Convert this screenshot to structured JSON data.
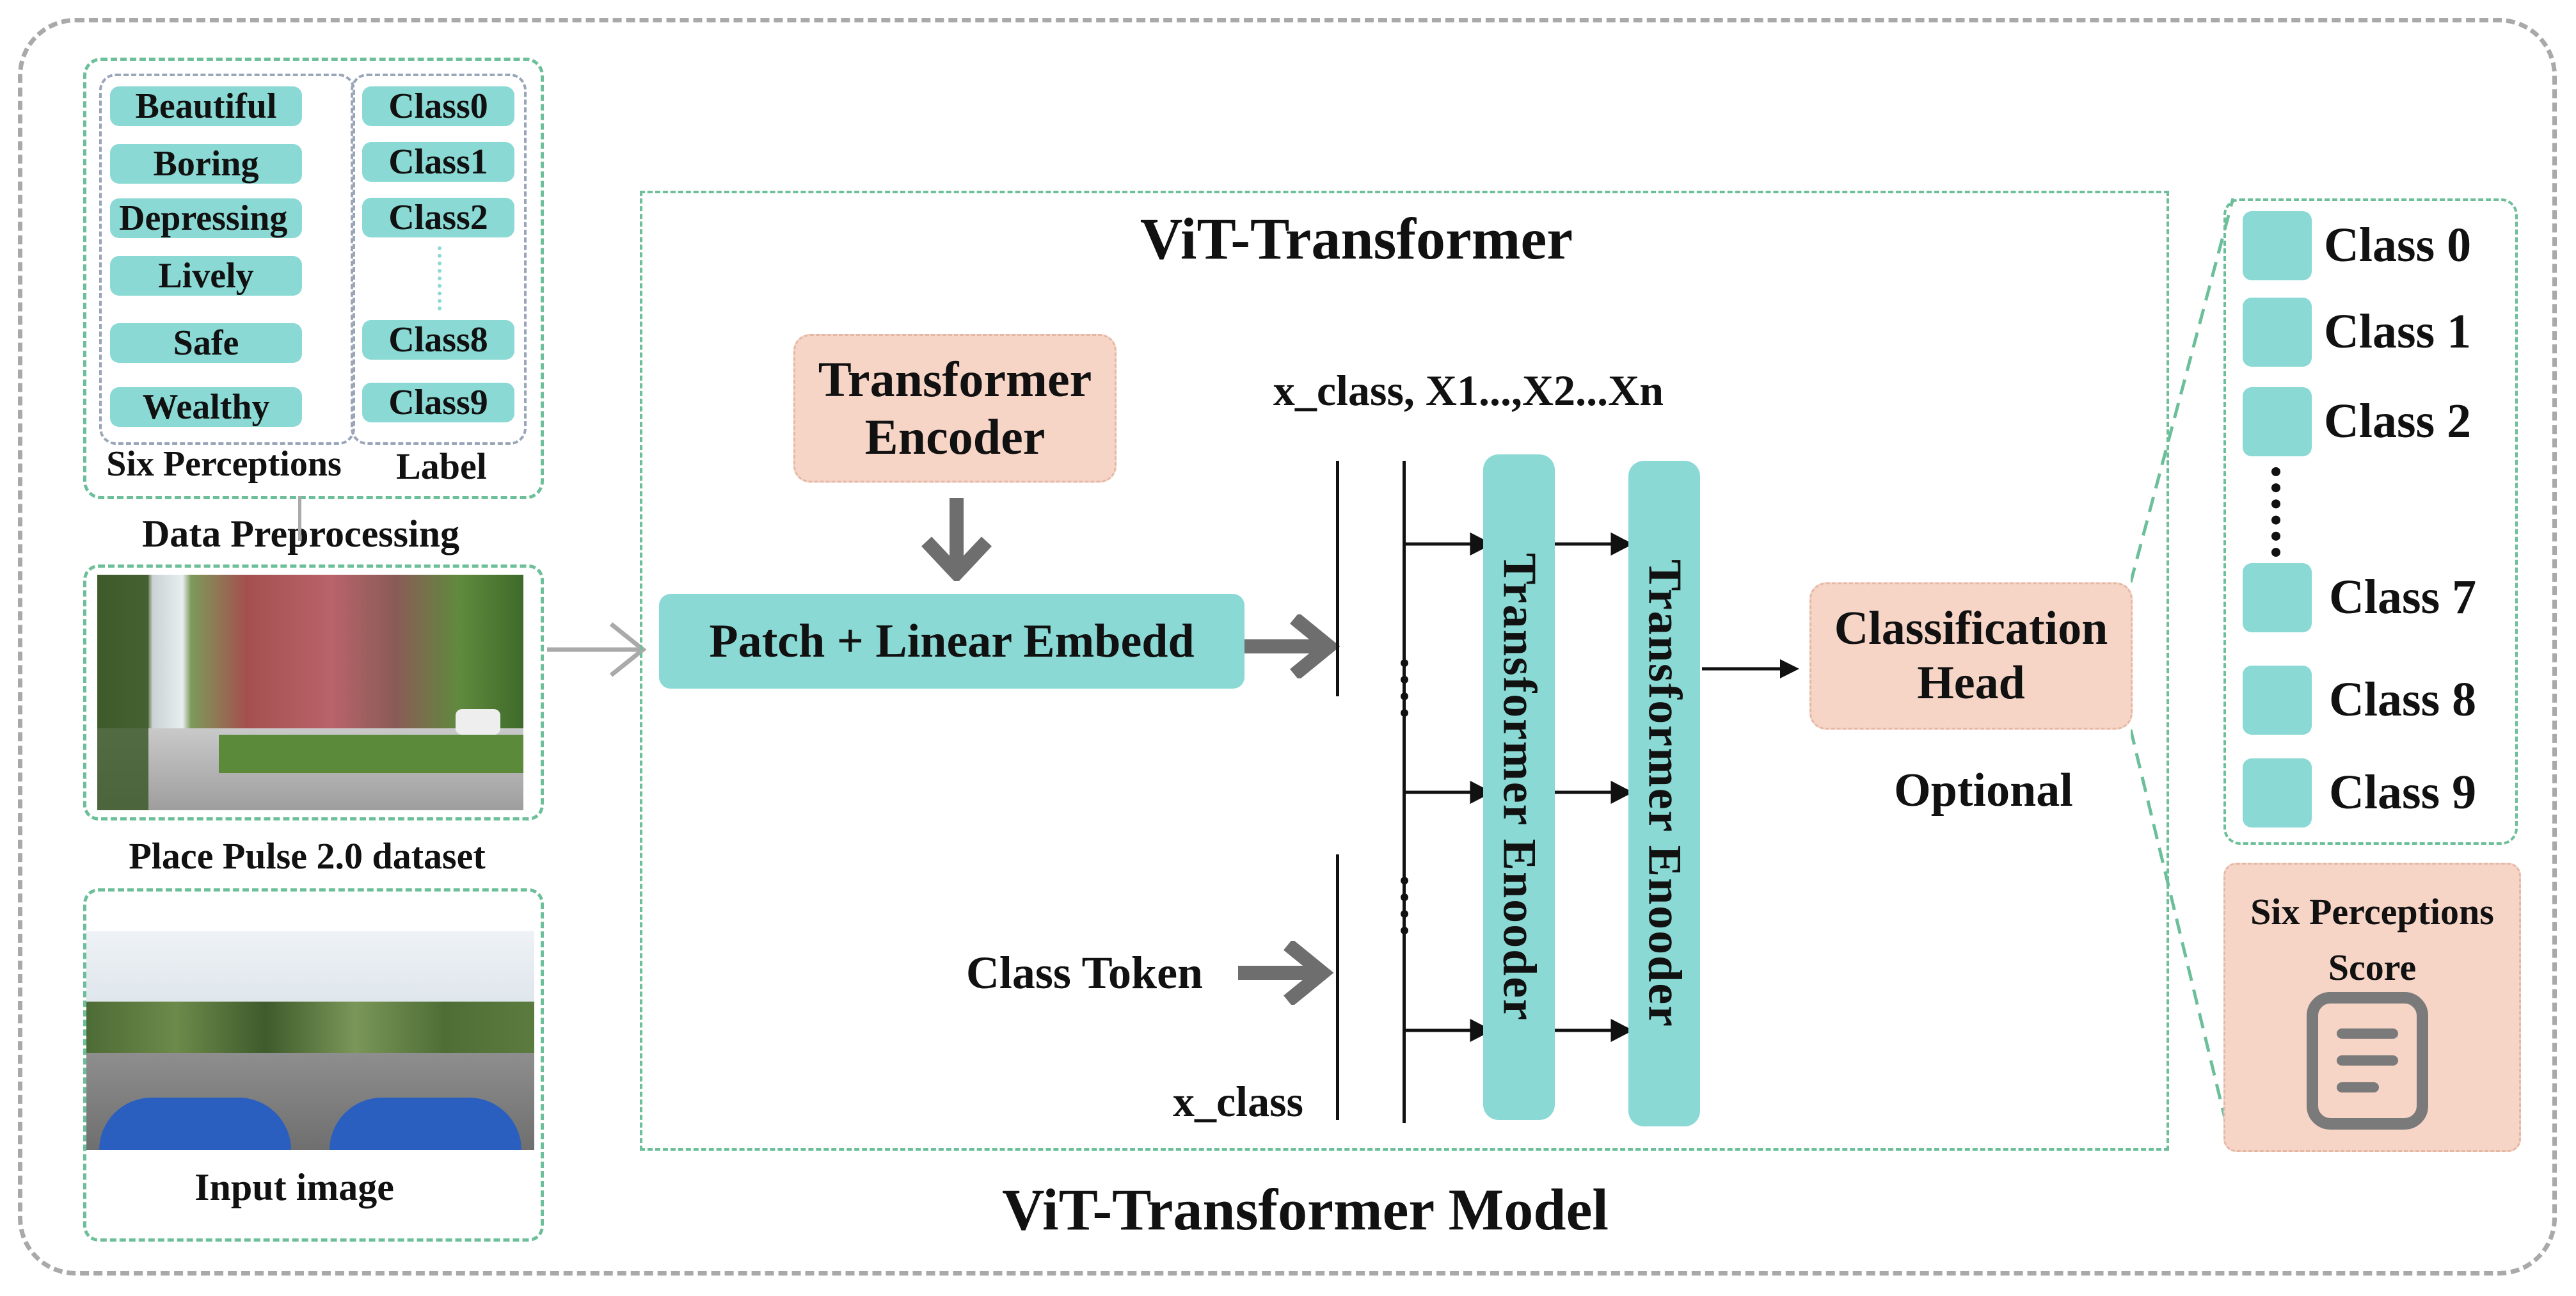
{
  "data_preprocessing": {
    "perceptions": [
      "Beautiful",
      "Boring",
      "Depressing",
      "Lively",
      "Safe",
      "Wealthy"
    ],
    "labels_top": [
      "Class0",
      "Class1",
      "Class2"
    ],
    "labels_bottom": [
      "Class8",
      "Class9"
    ],
    "perceptions_caption": "Six Perceptions",
    "labels_caption": "Label",
    "title": "Data Preprocessing"
  },
  "dataset_caption": "Place Pulse 2.0 dataset",
  "input_caption": "Input image",
  "vit": {
    "title": "ViT-Transformer",
    "encoder_box": "Transformer\nEncoder",
    "patch_box": "Patch + Linear Embedd",
    "sequence_label": "x_class, X1...,X2...Xn",
    "class_token": "Class Token",
    "x_class": "x_class",
    "encoder_1": "Transformer Enoоder",
    "encoder_2": "Transformer Enoоder",
    "classification_head": "Classification\nHead",
    "optional": "Optional"
  },
  "model_title": "ViT-Transformer Model",
  "output_classes": [
    "Class 0",
    "Class 1",
    "Class 2",
    "Class 7",
    "Class 8",
    "Class 9"
  ],
  "score_box": "Six Perceptions\nScore",
  "icons": [
    "document-icon"
  ],
  "colors": {
    "teal": "#8ad9d4",
    "peach": "#f6d5c7",
    "green_dash": "#6dbf9a",
    "frame_gray": "#a9a9a9"
  }
}
